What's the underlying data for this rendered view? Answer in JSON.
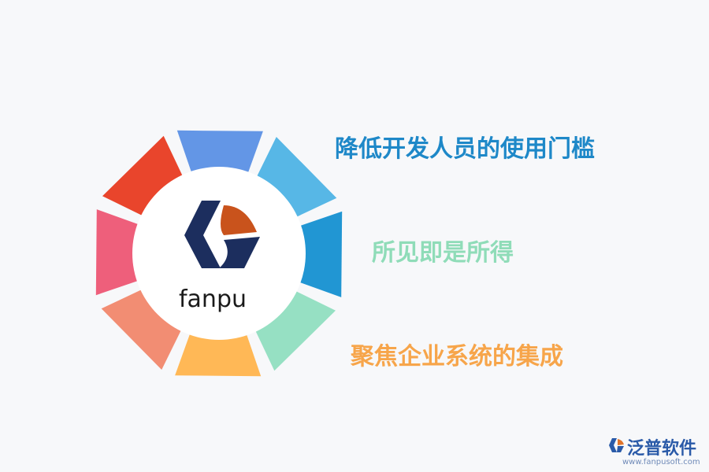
{
  "logo": {
    "text": "fanpu"
  },
  "features": [
    {
      "label": "降低开发人员的使用门槛",
      "color": "#1e88c8"
    },
    {
      "label": "所见即是所得",
      "color": "#8fdcb8"
    },
    {
      "label": "聚焦企业系统的集成",
      "color": "#f7a54a"
    }
  ],
  "segment_colors": [
    "#6396e6",
    "#57b7e6",
    "#2196d3",
    "#96e0c3",
    "#ffb856",
    "#f28d73",
    "#ee5f7b",
    "#e9452c"
  ],
  "brand_colors": {
    "navy": "#1c2e5e",
    "orange": "#c9531c"
  },
  "footer": {
    "brand": "泛普软件",
    "url": "www.fanpusoft.com"
  }
}
